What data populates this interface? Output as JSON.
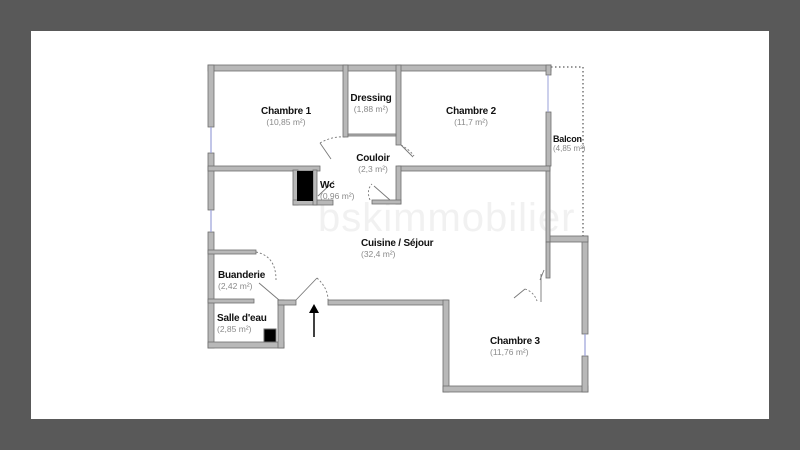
{
  "plan": {
    "watermark": "bskimmobilier",
    "background_color": "#595959",
    "paper_color": "#ffffff",
    "wall_color": "#9a9a9a",
    "rooms": [
      {
        "name": "Chambre 1",
        "area": "(10,85 m²)"
      },
      {
        "name": "Dressing",
        "area": "(1,88 m²)"
      },
      {
        "name": "Chambre 2",
        "area": "(11,7 m²)"
      },
      {
        "name": "Balcon",
        "area": "(4,85 m²)"
      },
      {
        "name": "Couloir",
        "area": "(2,3 m²)"
      },
      {
        "name": "Wc",
        "area": "(0,96 m²)"
      },
      {
        "name": "Cuisine / Séjour",
        "area": "(32,4 m²)"
      },
      {
        "name": "Buanderie",
        "area": "(2,42 m²)"
      },
      {
        "name": "Salle d'eau",
        "area": "(2,85 m²)"
      },
      {
        "name": "Chambre 3",
        "area": "(11,76 m²)"
      }
    ],
    "entrance_arrow": "up"
  }
}
